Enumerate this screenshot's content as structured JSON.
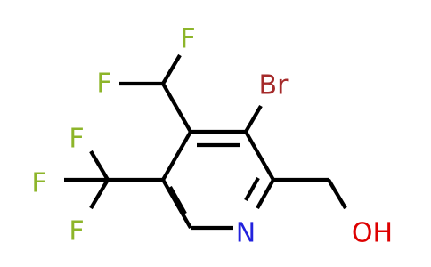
{
  "molecule": {
    "atoms": {
      "F_top": "F",
      "F_left": "F",
      "Br": "Br",
      "F_cf3_top": "F",
      "F_cf3_left": "F",
      "F_cf3_bottom": "F",
      "N": "N",
      "OH": "OH"
    },
    "colors": {
      "bond": "#000000",
      "fluorine": "#8db52a",
      "bromine": "#a52a2a",
      "nitrogen": "#2222dd",
      "oxygen": "#dd0000"
    }
  }
}
